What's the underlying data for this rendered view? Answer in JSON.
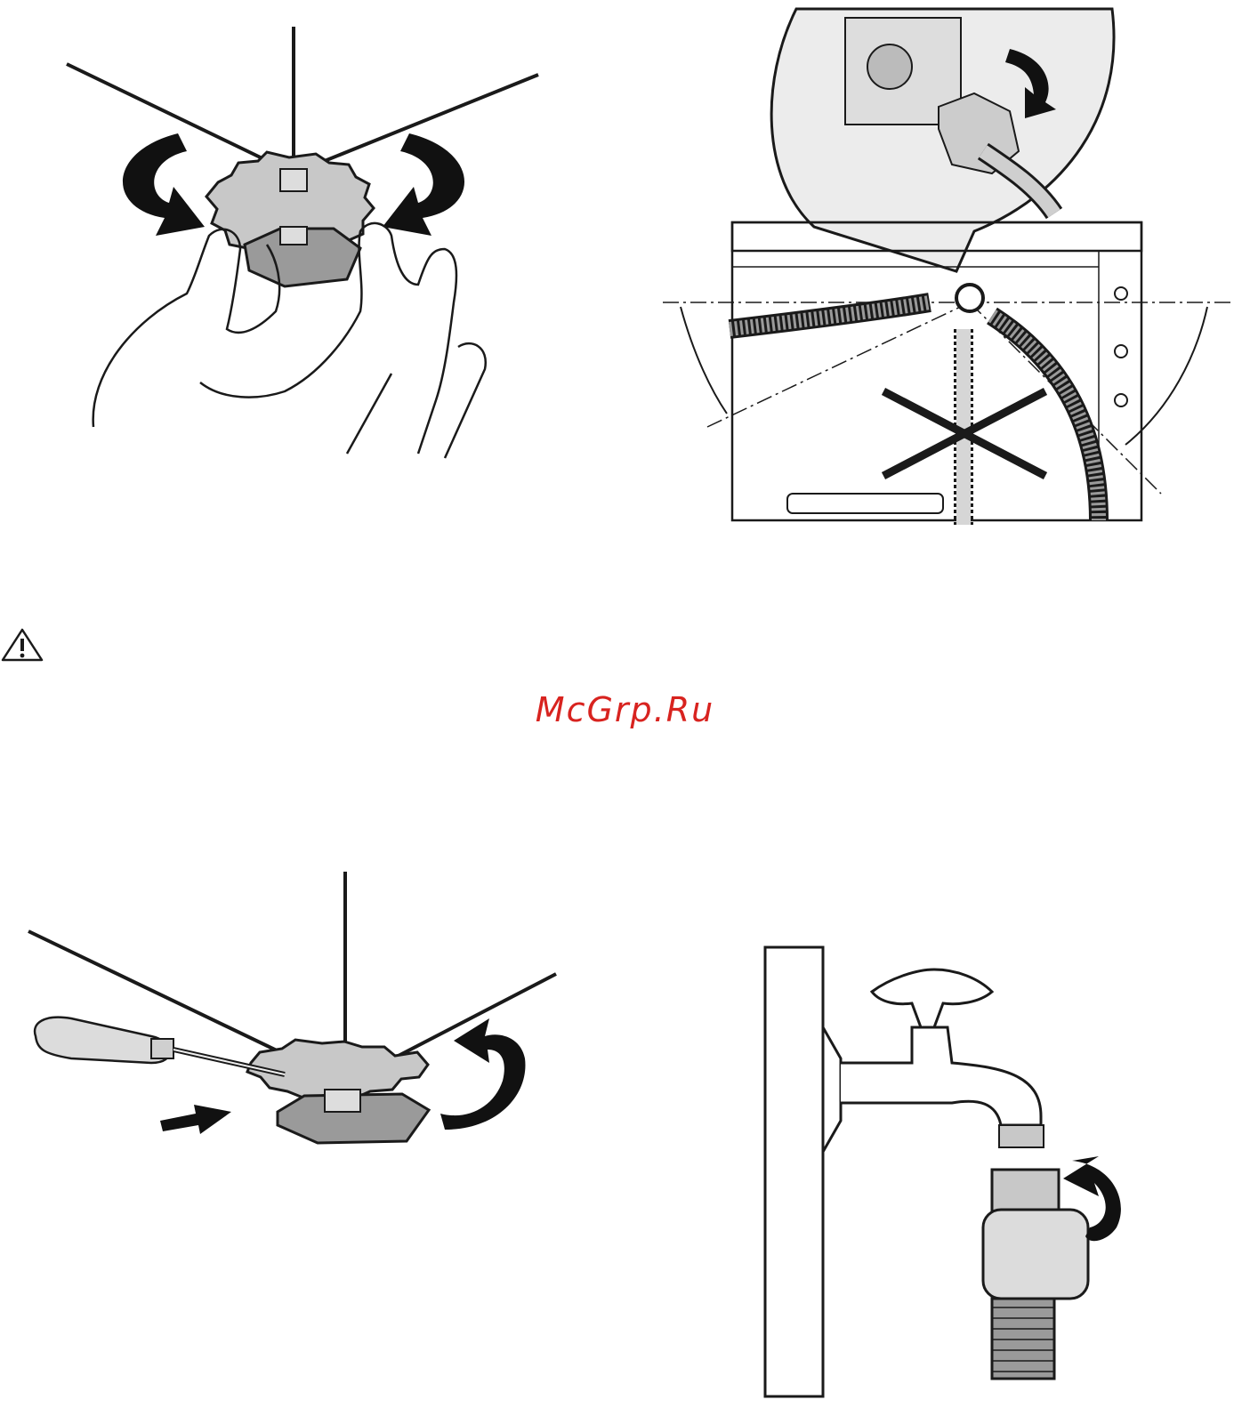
{
  "watermark": {
    "text": "McGrp.Ru",
    "color": "#d8231f"
  },
  "warning": {
    "icon": "warning-triangle-icon"
  },
  "figures": [
    {
      "id": "foot-adjust-by-hand",
      "icon": "adjustable-foot-hands-illustration"
    },
    {
      "id": "drain-hose-back",
      "icon": "washing-machine-back-hose-illustration"
    },
    {
      "id": "foot-lock-screwdriver",
      "icon": "adjustable-foot-screwdriver-illustration"
    },
    {
      "id": "tap-connection",
      "icon": "water-tap-connector-illustration"
    }
  ],
  "colors": {
    "line": "#1a1a1a",
    "part_light": "#c8c8c8",
    "part_dark": "#9a9a9a",
    "callout_fill": "#ececec"
  }
}
